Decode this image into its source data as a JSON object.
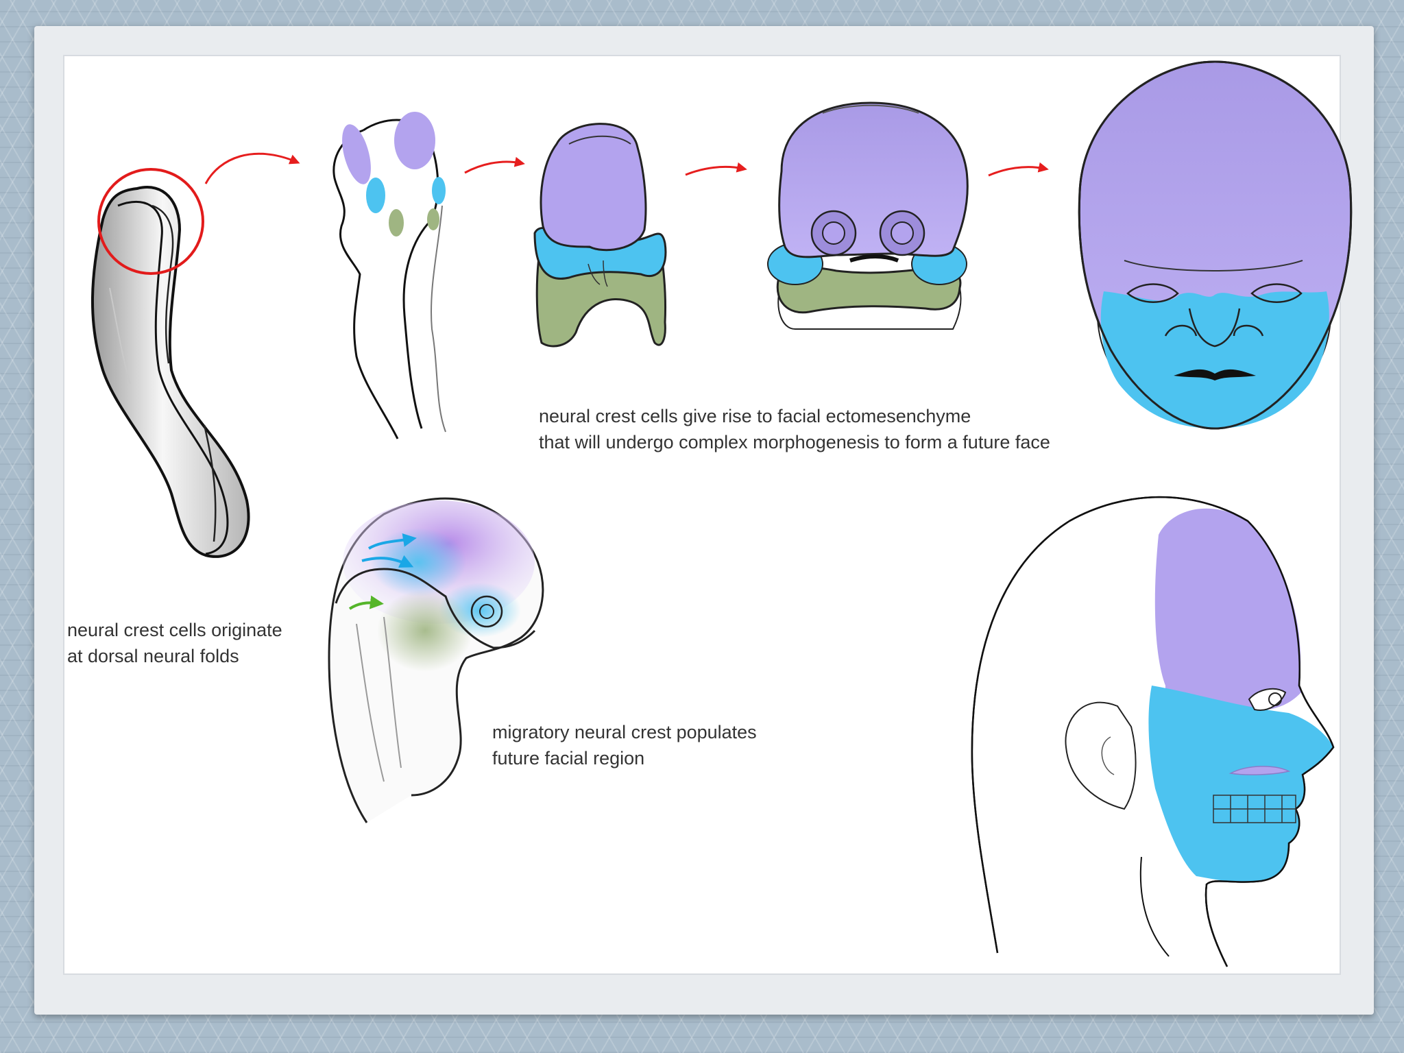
{
  "captions": {
    "origin": {
      "line1": "neural crest cells originate",
      "line2": "at dorsal neural folds"
    },
    "ectomesenchyme": {
      "line1": "neural crest cells give rise to facial ectomesenchyme",
      "line2": "that will undergo complex morphogenesis to form a future face"
    },
    "migration": {
      "line1": "migratory neural crest populates",
      "line2": "future facial region"
    }
  },
  "colors": {
    "frontonasal": "#b3a3ee",
    "maxillary": "#4dc3f0",
    "mandibular": "#9fb582",
    "highlight_circle": "#e21b1b",
    "arrow": "#e61e1e",
    "migration_arrow_blue": "#1aa7e6",
    "migration_arrow_green": "#55b52a"
  }
}
